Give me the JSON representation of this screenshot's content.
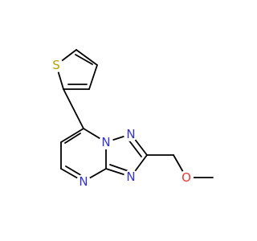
{
  "molecule": {
    "colors": {
      "bond": "#000000",
      "nitrogen": "#3333cc",
      "sulfur": "#b3a100",
      "oxygen": "#e53935"
    },
    "atoms": [
      {
        "id": "S1",
        "element": "S",
        "label": "S"
      },
      {
        "id": "N1",
        "element": "N",
        "label": "N"
      },
      {
        "id": "N2",
        "element": "N",
        "label": "N"
      },
      {
        "id": "N3",
        "element": "N",
        "label": "N"
      },
      {
        "id": "N4",
        "element": "N",
        "label": "N"
      },
      {
        "id": "O1",
        "element": "O",
        "label": "O"
      }
    ]
  }
}
